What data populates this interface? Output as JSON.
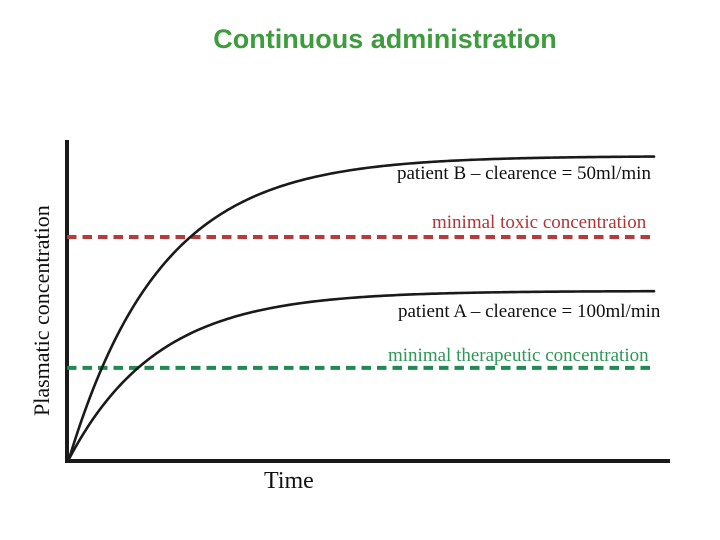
{
  "title": "Continuous administration",
  "axes": {
    "y_label": "Plasmatic concentration",
    "x_label": "Time"
  },
  "annotations": {
    "patient_b": "patient B – clearence = 50ml/min",
    "toxic": "minimal toxic concentration",
    "patient_a": "patient A – clearence = 100ml/min",
    "therapeutic": "minimal therapeutic concentration"
  },
  "colors": {
    "title_green": "#3e9b3e",
    "toxic_red": "#b83a3a",
    "therapeutic_green": "#1f8b51",
    "curve_black": "#1a1a1a",
    "axis_black": "#1a1a1a"
  },
  "chart_data": {
    "type": "line",
    "title": "Continuous administration",
    "xlabel": "Time",
    "ylabel": "Plasmatic concentration",
    "grid": false,
    "axis_ticks": "none (qualitative pharmacokinetic sketch, unlabeled axes)",
    "x_range_arbitrary_units": [
      0,
      1
    ],
    "y_range_fraction_of_plot": [
      0,
      1
    ],
    "series": [
      {
        "name": "patient B – clearence = 50ml/min",
        "model": "C(t) = Css × (1 − e^(−t/τ))",
        "steady_state_frac": 0.956,
        "tau_frac_of_xrange": 0.153,
        "color": "#1a1a1a",
        "style": "solid"
      },
      {
        "name": "patient A – clearence = 100ml/min",
        "model": "C(t) = Css × (1 − e^(−t/τ))",
        "steady_state_frac": 0.533,
        "tau_frac_of_xrange": 0.147,
        "color": "#1a1a1a",
        "style": "solid"
      }
    ],
    "thresholds": [
      {
        "name": "minimal toxic concentration",
        "level_frac": 0.702,
        "color": "#b83a3a",
        "style": "dashed"
      },
      {
        "name": "minimal therapeutic concentration",
        "level_frac": 0.292,
        "color": "#1f8b51",
        "style": "dashed"
      }
    ],
    "legend_position": "inline-right-of-curves"
  }
}
